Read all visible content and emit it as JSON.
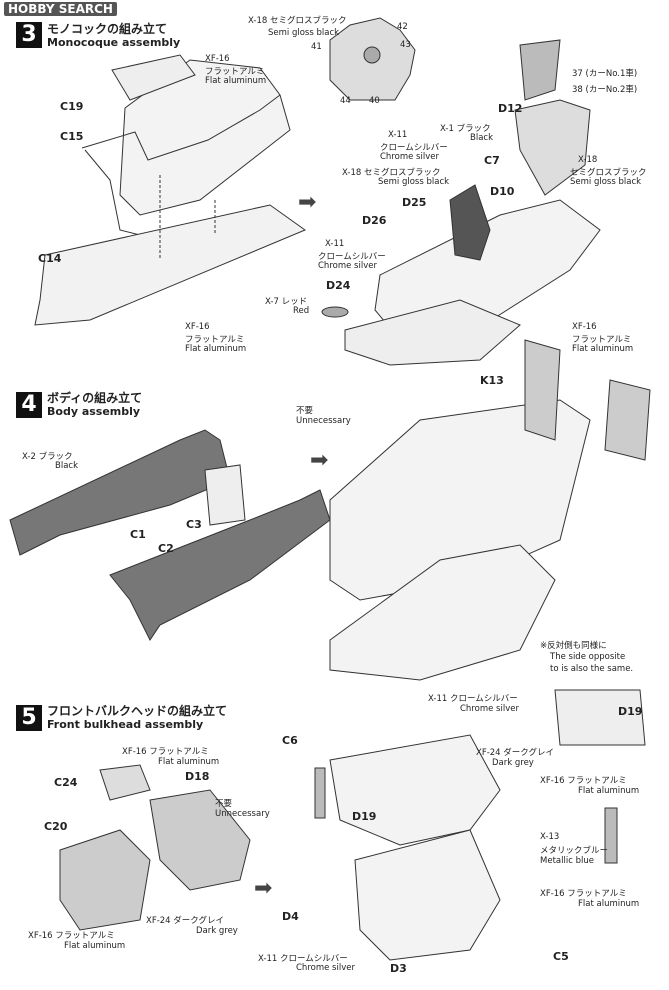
{
  "watermark": "HOBBY SEARCH",
  "step3": {
    "number": "3",
    "title_jp": "モノコックの組み立て",
    "title_en": "Monocoque assembly",
    "parts": [
      "C19",
      "C15",
      "C14",
      "D12",
      "C7",
      "D10",
      "D25",
      "D26",
      "D24"
    ],
    "paints": {
      "x18_top_jp": "X-18 セミグロスブラック",
      "x18_top_en": "Semi gloss black",
      "xf16_a_code": "XF-16",
      "xf16_a_jp": "フラットアルミ",
      "xf16_a_en": "Flat aluminum",
      "xf16_b_code": "XF-16",
      "xf16_b_jp": "フラットアルミ",
      "xf16_b_en": "Flat aluminum",
      "x1_jp": "X-1 ブラック",
      "x1_en": "Black",
      "x11_a_code": "X-11",
      "x11_a_jp": "クロームシルバー",
      "x11_a_en": "Chrome silver",
      "x18_mid_jp": "X-18 セミグロスブラック",
      "x18_mid_en": "Semi gloss black",
      "x18_right_code": "X-18",
      "x18_right_jp": "セミグロスブラック",
      "x18_right_en": "Semi gloss black",
      "x11_b_code": "X-11",
      "x11_b_jp": "クロームシルバー",
      "x11_b_en": "Chrome silver",
      "x7_jp": "X-7 レッド",
      "x7_en": "Red"
    },
    "decals": {
      "d42": "42",
      "d41": "41",
      "d43": "43",
      "d44": "44",
      "d40": "40",
      "d37": "37",
      "d37_text": "(カーNo.1車)",
      "d38": "38",
      "d38_text": "(カーNo.2車)"
    }
  },
  "step4": {
    "number": "4",
    "title_jp": "ボディの組み立て",
    "title_en": "Body assembly",
    "parts": [
      "C1",
      "C2",
      "C3",
      "K13"
    ],
    "x2_jp": "X-2 ブラック",
    "x2_en": "Black",
    "unnecessary_jp": "不要",
    "unnecessary_en": "Unnecessary",
    "xf16_code": "XF-16",
    "xf16_jp": "フラットアルミ",
    "xf16_en": "Flat aluminum"
  },
  "step5": {
    "number": "5",
    "title_jp": "フロントバルクヘッドの組み立て",
    "title_en": "Front bulkhead assembly",
    "parts": [
      "C24",
      "D18",
      "C20",
      "C6",
      "D19",
      "D19",
      "D4",
      "D3",
      "C5"
    ],
    "xf16_top_jp": "XF-16 フラットアルミ",
    "xf16_top_en": "Flat aluminum",
    "unnecessary_jp": "不要",
    "unnecessary_en": "Unnecessary",
    "xf16_bottom_jp": "XF-16 フラットアルミ",
    "xf16_bottom_en": "Flat aluminum",
    "xf24_jp": "XF-24 ダークグレイ",
    "xf24_en": "Dark grey",
    "x11_jp": "X-11 クロームシルバー",
    "x11_en": "Chrome silver",
    "side_note_jp": "※反対側も同様に",
    "side_note_en1": "The side opposite",
    "side_note_en2": "to is also the same.",
    "x11_right_jp": "X-11 クロームシルバー",
    "x11_right_en": "Chrome silver",
    "xf24_right_jp": "XF-24 ダークグレイ",
    "xf24_right_en": "Dark grey",
    "xf16_right1_jp": "XF-16 フラットアルミ",
    "xf16_right1_en": "Flat aluminum",
    "x13_code": "X-13",
    "x13_jp": "メタリックブルー",
    "x13_en": "Metallic blue",
    "xf16_right2_jp": "XF-16 フラットアルミ",
    "xf16_right2_en": "Flat aluminum"
  }
}
